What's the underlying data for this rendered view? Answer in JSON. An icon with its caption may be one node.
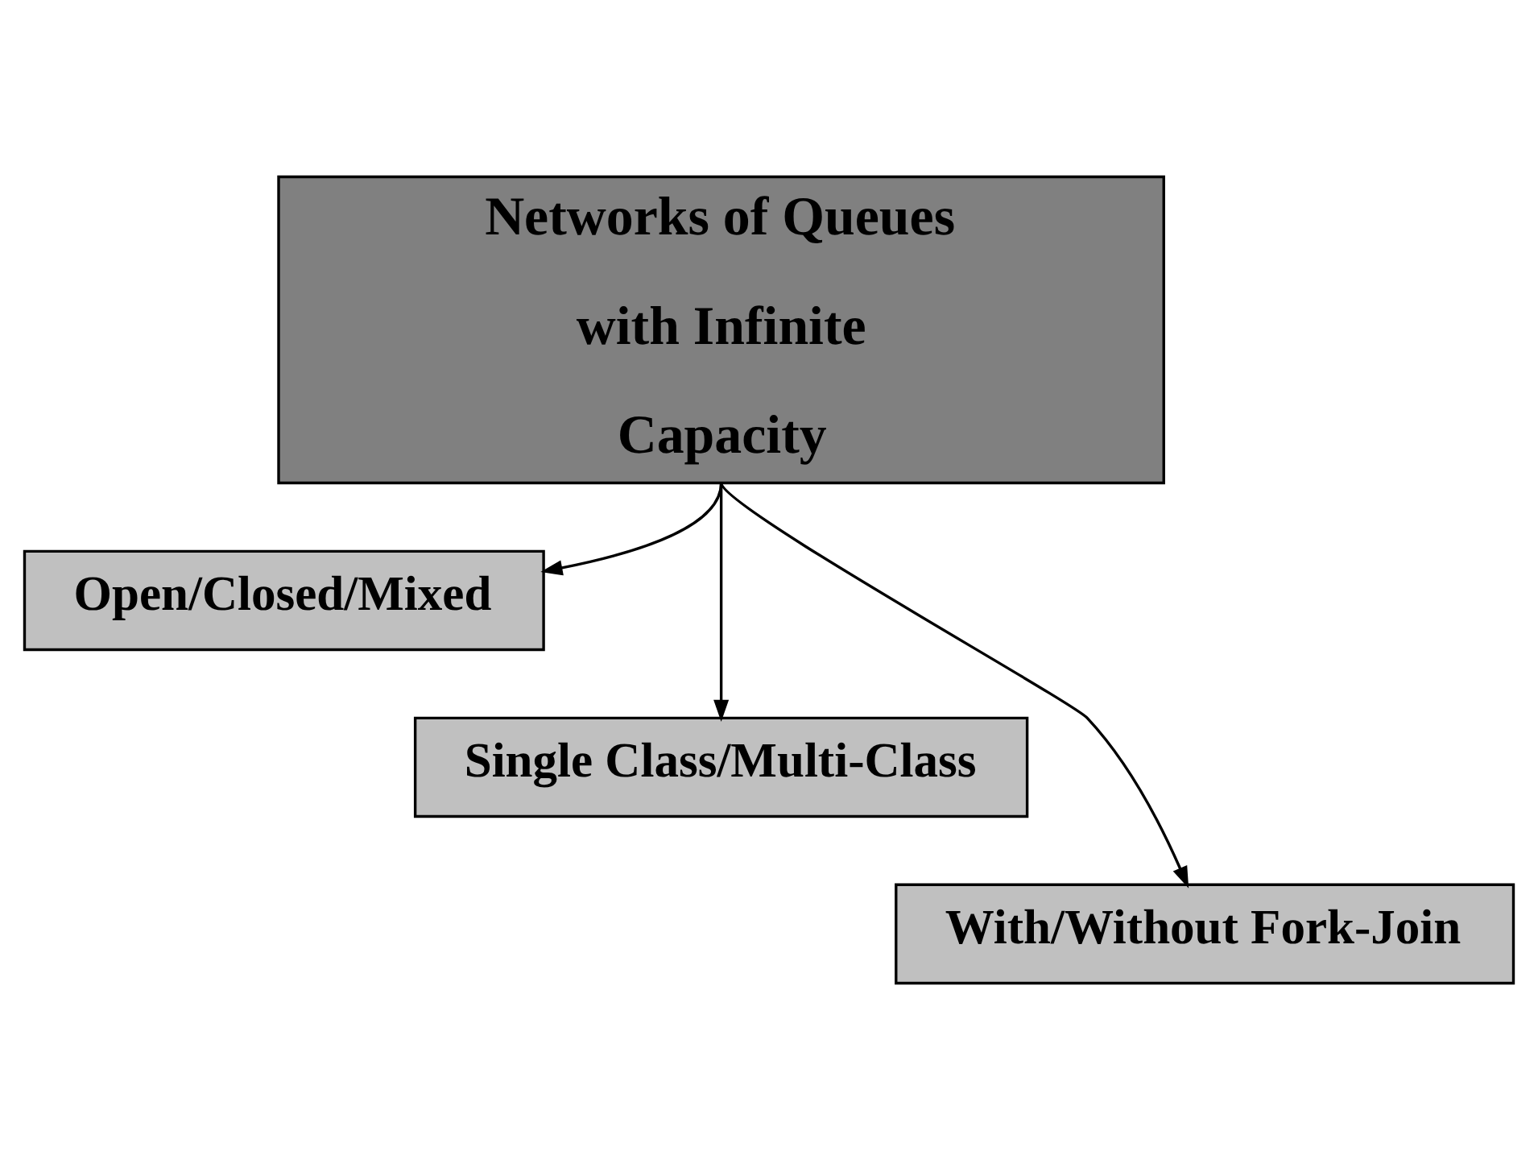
{
  "diagram": {
    "nodes": [
      {
        "text": [
          "Networks of Queues with Infinite Capacity"
        ]
      },
      {
        "text": [
          "Open/Closed/Mixed"
        ]
      },
      {
        "text": [
          "Single Class/Multi-Class"
        ]
      },
      {
        "text": [
          "With/Without Fork-Join"
        ]
      }
    ],
    "edges": [
      {
        "from": 0,
        "to": 1,
        "arrow": "to"
      },
      {
        "from": 0,
        "to": 2,
        "arrow": "to"
      },
      {
        "from": 0,
        "to": 3,
        "arrow": "to"
      }
    ]
  }
}
